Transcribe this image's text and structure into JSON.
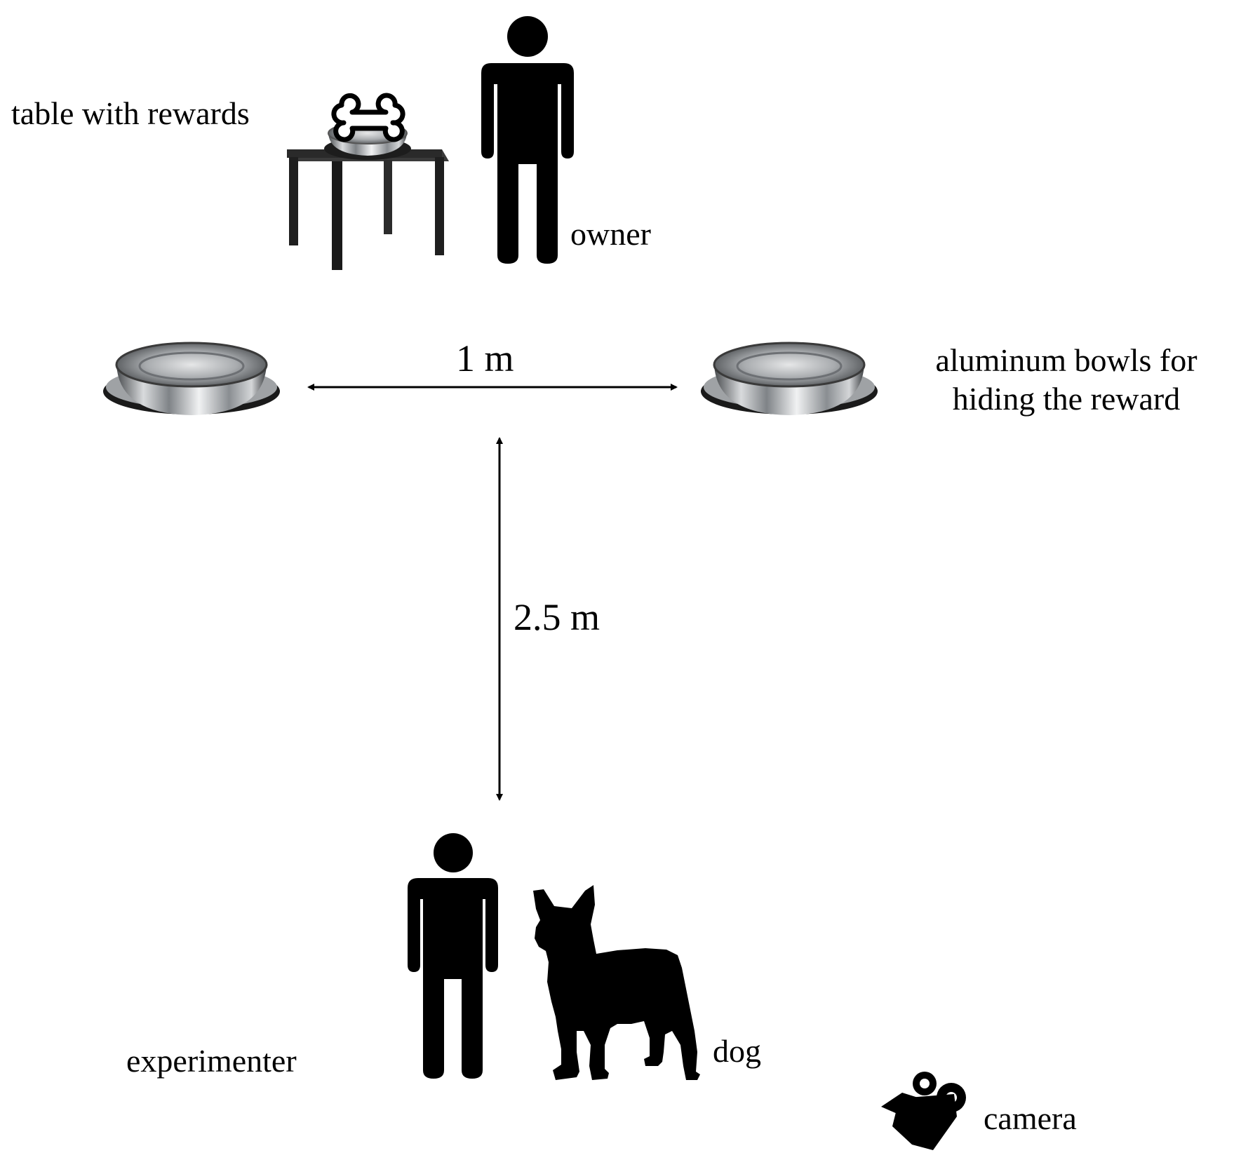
{
  "labels": {
    "table": "table with rewards",
    "owner": "owner",
    "bowls_line1": "aluminum bowls for",
    "bowls_line2": "hiding the reward",
    "experimenter": "experimenter",
    "dog": "dog",
    "camera": "camera"
  },
  "distances": {
    "bowl_spacing": "1 m",
    "start_distance": "2.5 m"
  },
  "colors": {
    "silhouette": "#000000",
    "bowl_steel": "#b9bcbf",
    "table": "#2a2a2a",
    "background": "#ffffff"
  },
  "icons": [
    "person-icon",
    "person-icon",
    "dog-icon",
    "camera-icon",
    "bone-icon",
    "bowl-icon",
    "table-icon"
  ]
}
